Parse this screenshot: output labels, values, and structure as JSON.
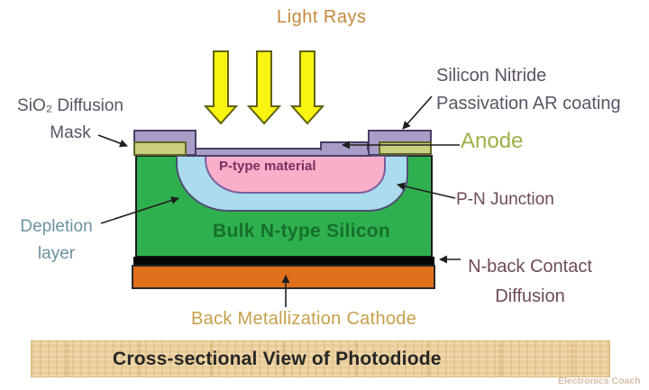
{
  "colors": {
    "purple_fill": "#A89DC7",
    "purple_border": "#4A3F63",
    "olive_fill": "#C9CF7F",
    "olive_border": "#5E6628",
    "green_fill": "#2FB04E",
    "green_border": "#1A1A1A",
    "blue_fill": "#AADCED",
    "blue_border": "#4E4E72",
    "pink_fill": "#F9AFC9",
    "pink_border": "#7C5E9E",
    "black_layer": "#060606",
    "orange_fill": "#E1701D",
    "orange_border": "#2A2A2A",
    "yellow_fill": "#F9F411",
    "yellow_border": "#62620F",
    "line_color": "#1F1F1F",
    "bar_fill": "#EACE9B",
    "label_purple": "#5C5263",
    "label_maroon": "#6E4C52",
    "label_teal": "#6A929C",
    "label_olive": "#A2AE49",
    "label_orange": "#C4883A",
    "label_tan": "#C6A04C",
    "ptype_text": "#7A3060",
    "bulk_text": "#15702B",
    "title_text": "#262626",
    "watermark_text": "#D3BFA9"
  },
  "labels": {
    "light_rays": "Light Rays",
    "silicon_nitride": {
      "line1": "Silicon Nitride",
      "line2": "Passivation AR coating"
    },
    "sio2_mask": {
      "line1": "SiO₂ Diffusion",
      "line2": "Mask"
    },
    "anode": "Anode",
    "pn_junction": "P-N Junction",
    "depletion": {
      "line1": "Depletion",
      "line2": "layer"
    },
    "nback": {
      "line1": "N-back Contact",
      "line2": "Diffusion"
    },
    "back_metallization": "Back Metallization Cathode"
  },
  "regions": {
    "p_type_material": "P-type material",
    "bulk_n_type": "Bulk N-type Silicon"
  },
  "footer": {
    "title": "Cross-sectional View of Photodiode",
    "watermark": "Electronics Coach"
  }
}
